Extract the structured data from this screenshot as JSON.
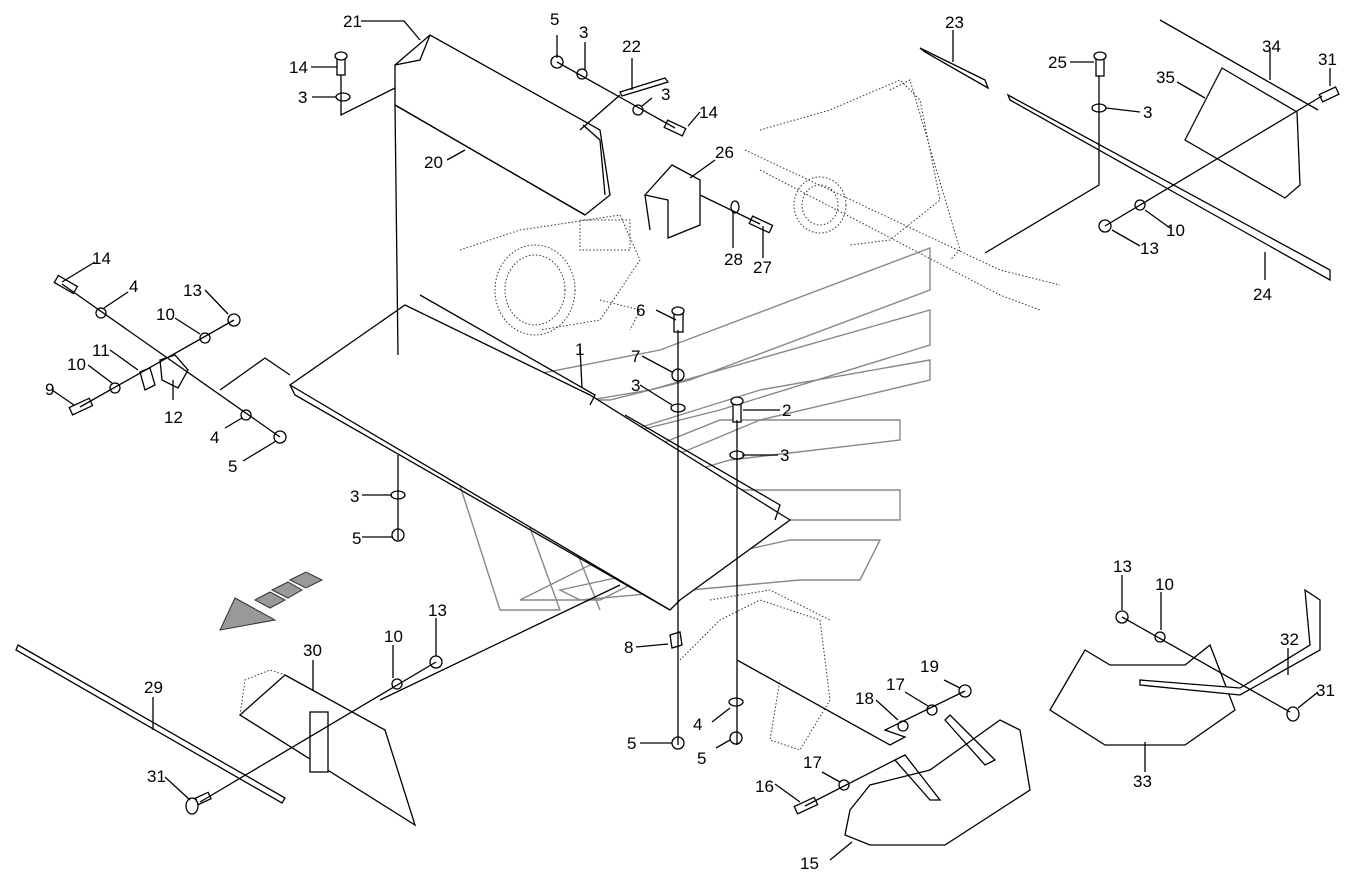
{
  "diagram": {
    "type": "exploded parts diagram",
    "subject": "Belt guard / cover plate assembly with fasteners",
    "direction_arrow": "travel-direction-arrow (hatched, pointing down-left)",
    "callouts": [
      {
        "id": "c21",
        "label": "21"
      },
      {
        "id": "c14a",
        "label": "14"
      },
      {
        "id": "c3a",
        "label": "3"
      },
      {
        "id": "c20",
        "label": "20"
      },
      {
        "id": "c5a",
        "label": "5"
      },
      {
        "id": "c3b",
        "label": "3"
      },
      {
        "id": "c22",
        "label": "22"
      },
      {
        "id": "c3c",
        "label": "3"
      },
      {
        "id": "c14b",
        "label": "14"
      },
      {
        "id": "c26",
        "label": "26"
      },
      {
        "id": "c28",
        "label": "28"
      },
      {
        "id": "c27",
        "label": "27"
      },
      {
        "id": "c23",
        "label": "23"
      },
      {
        "id": "c25",
        "label": "25"
      },
      {
        "id": "c3d",
        "label": "3"
      },
      {
        "id": "c34",
        "label": "34"
      },
      {
        "id": "c31a",
        "label": "31"
      },
      {
        "id": "c35",
        "label": "35"
      },
      {
        "id": "c10a",
        "label": "10"
      },
      {
        "id": "c13a",
        "label": "13"
      },
      {
        "id": "c24",
        "label": "24"
      },
      {
        "id": "c14c",
        "label": "14"
      },
      {
        "id": "c4a",
        "label": "4"
      },
      {
        "id": "c13b",
        "label": "13"
      },
      {
        "id": "c10b",
        "label": "10"
      },
      {
        "id": "c11",
        "label": "11"
      },
      {
        "id": "c10c",
        "label": "10"
      },
      {
        "id": "c9",
        "label": "9"
      },
      {
        "id": "c12",
        "label": "12"
      },
      {
        "id": "c4b",
        "label": "4"
      },
      {
        "id": "c5b",
        "label": "5"
      },
      {
        "id": "c1",
        "label": "1"
      },
      {
        "id": "c6",
        "label": "6"
      },
      {
        "id": "c7",
        "label": "7"
      },
      {
        "id": "c3e",
        "label": "3"
      },
      {
        "id": "c2",
        "label": "2"
      },
      {
        "id": "c3f",
        "label": "3"
      },
      {
        "id": "c3g",
        "label": "3"
      },
      {
        "id": "c5c",
        "label": "5"
      },
      {
        "id": "c8",
        "label": "8"
      },
      {
        "id": "c4c",
        "label": "4"
      },
      {
        "id": "c5d",
        "label": "5"
      },
      {
        "id": "c5e",
        "label": "5"
      },
      {
        "id": "c19",
        "label": "19"
      },
      {
        "id": "c17a",
        "label": "17"
      },
      {
        "id": "c18",
        "label": "18"
      },
      {
        "id": "c17b",
        "label": "17"
      },
      {
        "id": "c16",
        "label": "16"
      },
      {
        "id": "c15",
        "label": "15"
      },
      {
        "id": "c13c",
        "label": "13"
      },
      {
        "id": "c10d",
        "label": "10"
      },
      {
        "id": "c32",
        "label": "32"
      },
      {
        "id": "c31b",
        "label": "31"
      },
      {
        "id": "c33",
        "label": "33"
      },
      {
        "id": "c30",
        "label": "30"
      },
      {
        "id": "c10e",
        "label": "10"
      },
      {
        "id": "c13d",
        "label": "13"
      },
      {
        "id": "c29",
        "label": "29"
      },
      {
        "id": "c31c",
        "label": "31"
      }
    ]
  }
}
